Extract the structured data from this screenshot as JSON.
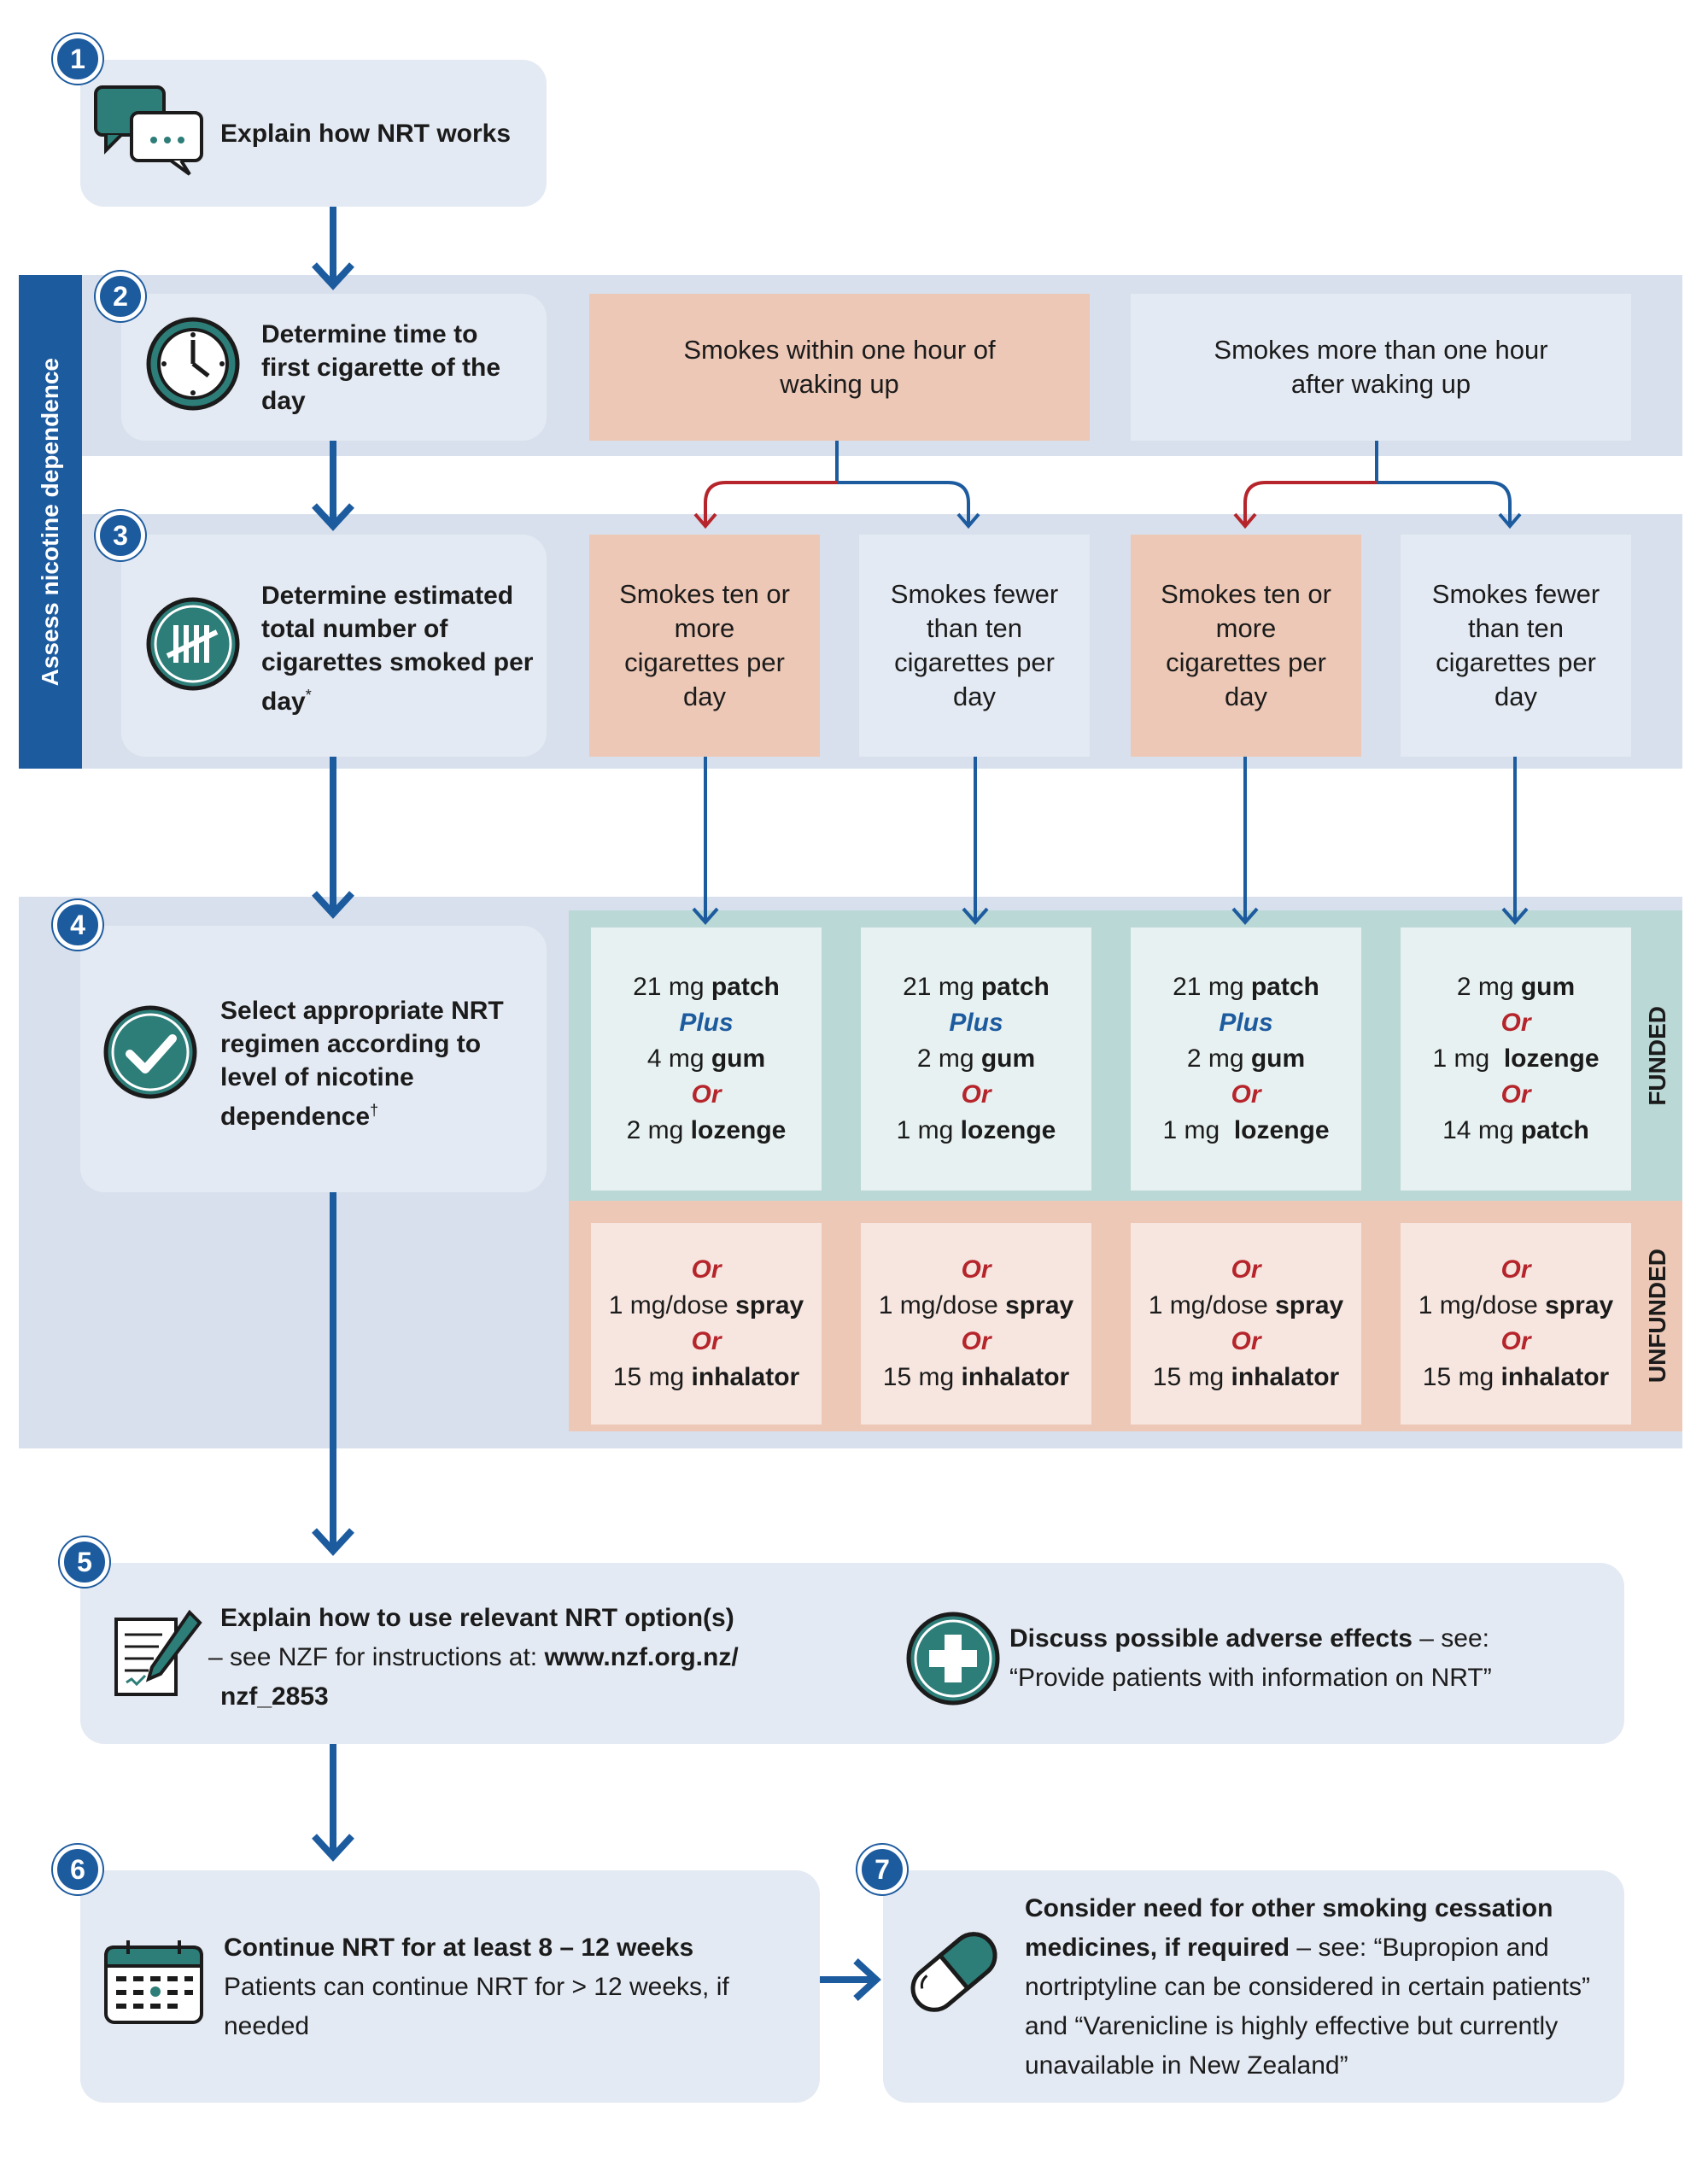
{
  "sidebar_label": "Assess nicotine dependence",
  "step1": {
    "num": "1",
    "text": "Explain how NRT works"
  },
  "step2": {
    "num": "2",
    "text": "Determine time to first cigarette of the day"
  },
  "step3": {
    "num": "3",
    "text": "Determine estimated total number of cigarettes smoked per day",
    "mark": "*"
  },
  "step4": {
    "num": "4",
    "text": "Select appropriate NRT regimen according to level of nicotine dependence",
    "mark": "†"
  },
  "time_options": [
    "Smokes within one hour of waking up",
    "Smokes more than one hour after waking up"
  ],
  "count_options": [
    "Smokes ten or more cigarettes per day",
    "Smokes fewer than ten cigarettes per day",
    "Smokes ten or more cigarettes per day",
    "Smokes fewer than ten cigarettes per day"
  ],
  "funded_label": "FUNDED",
  "unfunded_label": "UNFUNDED",
  "funded": [
    {
      "l1a": "21 mg ",
      "l1b": "patch",
      "l2": "Plus",
      "l3a": "4 mg ",
      "l3b": "gum",
      "l4": "Or",
      "l5a": "2 mg ",
      "l5b": "lozenge"
    },
    {
      "l1a": "21 mg ",
      "l1b": "patch",
      "l2": "Plus",
      "l3a": "2 mg ",
      "l3b": "gum",
      "l4": "Or",
      "l5a": "1 mg ",
      "l5b": "lozenge"
    },
    {
      "l1a": "21 mg ",
      "l1b": "patch",
      "l2": "Plus",
      "l3a": "2 mg ",
      "l3b": "gum",
      "l4": "Or",
      "l5a": "1 mg  ",
      "l5b": "lozenge"
    },
    {
      "l1a": "2 mg ",
      "l1b": "gum",
      "l2": "Or",
      "l3a": "1 mg  ",
      "l3b": "lozenge",
      "l4": "Or",
      "l5a": "14 mg ",
      "l5b": "patch"
    }
  ],
  "unfunded": {
    "or1": "Or",
    "l2a": "1 mg/dose ",
    "l2b": "spray",
    "or2": "Or",
    "l4a": "15 mg ",
    "l4b": "inhalator"
  },
  "step5": {
    "num": "5",
    "left_bold": "Explain how to use relevant NRT option(s)",
    "left_pre": "– see NZF for instructions at: ",
    "left_link1": "www.nzf.org.nz/",
    "left_link2": "nzf_2853",
    "right_bold": "Discuss possible adverse effects",
    "right_rest1": " – see:",
    "right_rest2": "“Provide patients with information on NRT”"
  },
  "step6": {
    "num": "6",
    "bold": "Continue NRT for at least 8 – 12 weeks",
    "text": "Patients can continue NRT for > 12 weeks, if needed"
  },
  "step7": {
    "num": "7",
    "bold1": "Consider need for other smoking cessation",
    "bold2": "medicines, if required",
    "rest": " – see: “Bupropion and nortriptyline can be considered in certain patients” and “Varenicline is highly effective but currently unavailable in New Zealand”"
  },
  "colors": {
    "blue": "#1d5b9f",
    "red": "#b5252b",
    "teal": "#2d7d78",
    "peach": "#edc8b6",
    "band": "#d7e0ec",
    "box": "#e4eaf3",
    "funded_band": "#b9d8d6"
  }
}
